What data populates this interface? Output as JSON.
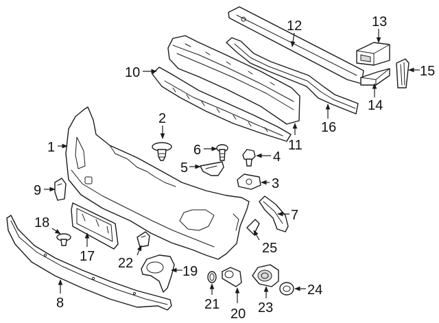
{
  "callouts": {
    "c1": "1",
    "c2": "2",
    "c3": "3",
    "c4": "4",
    "c5": "5",
    "c6": "6",
    "c7": "7",
    "c8": "8",
    "c9": "9",
    "c10": "10",
    "c11": "11",
    "c12": "12",
    "c13": "13",
    "c14": "14",
    "c15": "15",
    "c16": "16",
    "c17": "17",
    "c18": "18",
    "c19": "19",
    "c20": "20",
    "c21": "21",
    "c22": "22",
    "c23": "23",
    "c24": "24",
    "c25": "25"
  },
  "colors": {
    "line": "#1a1a1a",
    "background": "#ffffff",
    "shade": "#d9d9d9"
  }
}
